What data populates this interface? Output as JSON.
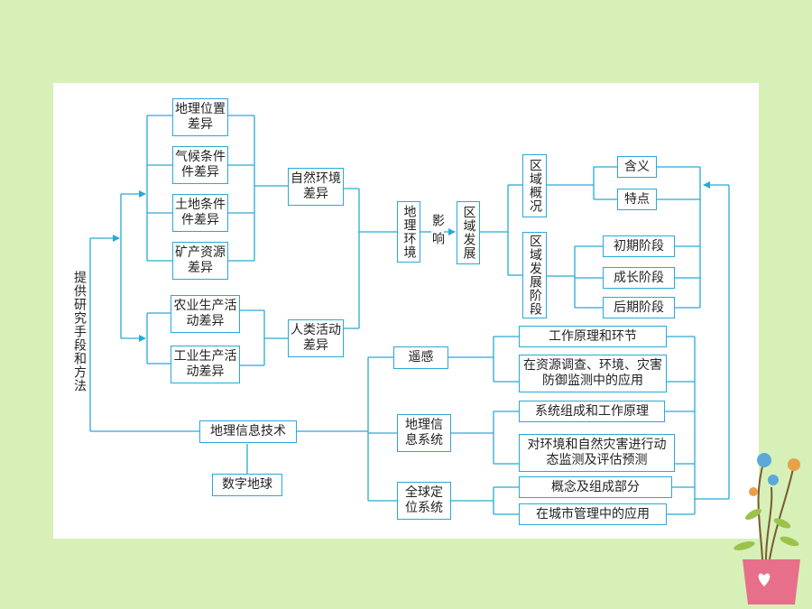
{
  "diagram": {
    "root_label": "提供研究手段和方法",
    "natural": {
      "items": [
        "地理位置差异",
        "气候条件件差异",
        "土地条件件差异",
        "矿产资源差异"
      ],
      "summary": "自然环境差异"
    },
    "human": {
      "items": [
        "农业生产活动差异",
        "工业生产活动差异"
      ],
      "summary": "人类活动差异"
    },
    "geo_env": "地理环境",
    "influence": "影响",
    "regional_dev": "区域发展",
    "overview": {
      "label": "区域概况",
      "items": [
        "含义",
        "特点"
      ]
    },
    "stages": {
      "label": "区域发展阶段",
      "items": [
        "初期阶段",
        "成长阶段",
        "后期阶段"
      ]
    },
    "git": {
      "label": "地理信息技术",
      "digital_earth": "数字地球"
    },
    "rs": {
      "label": "遥感",
      "items": [
        "工作原理和环节",
        "在资源调查、环境、灾害防御监测中的应用"
      ]
    },
    "gis": {
      "label": "地理信息系统",
      "items": [
        "系统组成和工作原理",
        "对环境和自然灾害进行动态监测及评估预测"
      ]
    },
    "gps": {
      "label": "全球定位系统",
      "items": [
        "概念及组成部分",
        "在城市管理中的应用"
      ]
    }
  },
  "colors": {
    "line": "#29a9d6",
    "background": "#d6f0b8",
    "panel": "#ffffff",
    "text": "#222222"
  }
}
